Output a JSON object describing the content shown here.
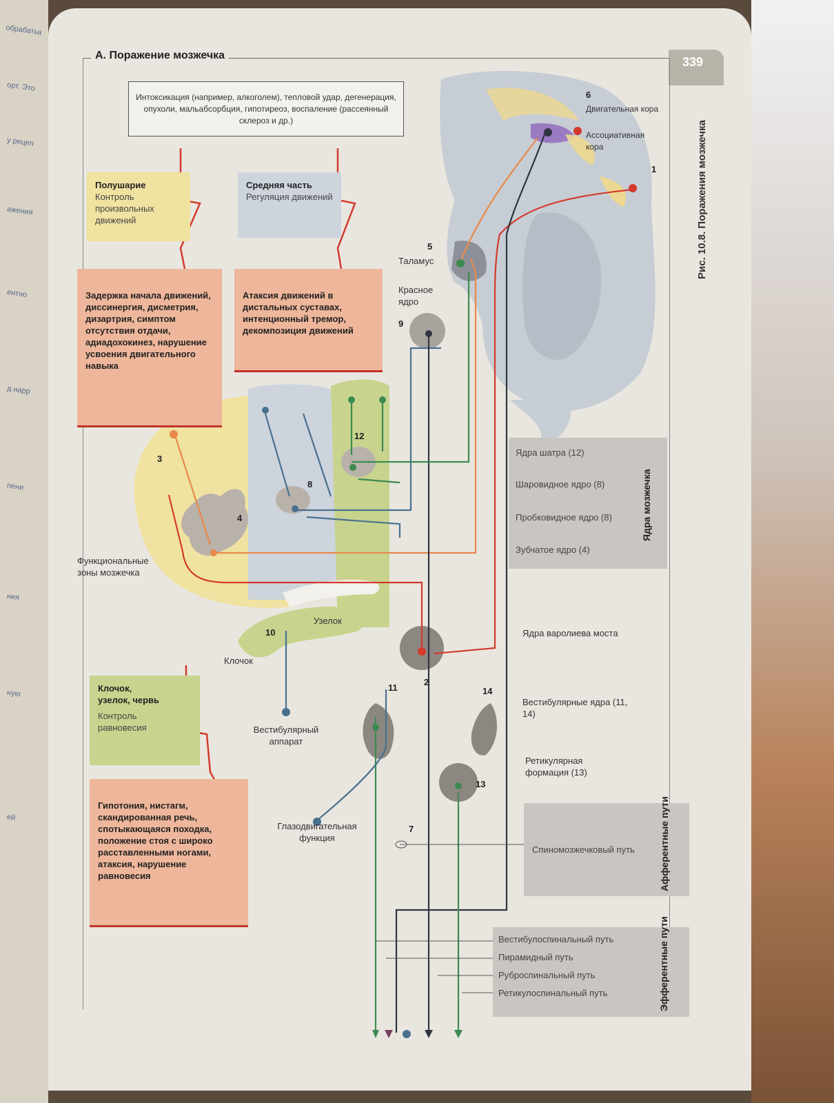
{
  "page": {
    "section_title": "А. Поражение мозжечка",
    "page_number": "339",
    "figure_caption": "Рис. 10.8. Поражения мозжечка"
  },
  "causes_text": "Интоксикация (например, алкоголем), тепловой удар, дегенерация, опухоли, мальабсорбция, гипотиреоз, воспаление (рассеянный склероз и др.)",
  "zones": {
    "hemisphere": {
      "title": "Полушарие",
      "subtitle": "Контроль произвольных движений"
    },
    "middle": {
      "title": "Средняя часть",
      "subtitle": "Регуляция движений"
    },
    "flocculonodular": {
      "title": "Клочок, узелок, червь",
      "subtitle": "Контроль равновесия"
    }
  },
  "symptoms": {
    "hemisphere": "Задержка начала движений, диссинергия, дисметрия, дизартрия, симптом отсутствия отдачи, адиадохокинез, нарушение усвоения двигательного навыка",
    "middle": "Атаксия движений в дистальных суставах, интенционный тремор, декомпозиция движений",
    "flocculonodular": "Гипотония, нистагм, скандированная речь, спотыкающаяся походка, положение стоя с широко расставленными ногами, атаксия, нарушение равновесия"
  },
  "labels": {
    "motor_cortex": "Двигательная кора",
    "assoc_cortex": "Ассоциативная кора",
    "thalamus": "Таламус",
    "red_nucleus": "Красное ядро",
    "functional_zones": "Функциональные зоны мозжечка",
    "nodulus": "Узелок",
    "flocculus": "Клочок",
    "vestibular_apparatus": "Вестибулярный аппарат",
    "oculomotor": "Глазодвигательная функция",
    "pontine_nuclei": "Ядра варолиева моста",
    "vestibular_nuclei": "Вестибулярные ядра (11, 14)",
    "reticular_formation": "Ретикулярная формация (13)"
  },
  "numbers": [
    "1",
    "2",
    "3",
    "4",
    "5",
    "6",
    "7",
    "8",
    "9",
    "10",
    "11",
    "12",
    "13",
    "14"
  ],
  "cerebellar_nuclei": {
    "heading": "Ядра мозжечка",
    "items": [
      "Ядра шатра (12)",
      "Шаровидное ядро (8)",
      "Пробковидное ядро (8)",
      "Зубчатое ядро (4)"
    ]
  },
  "afferent": {
    "heading": "Афферентные пути",
    "items": [
      "Спиномозжечковый путь"
    ]
  },
  "efferent": {
    "heading": "Эфферентные пути",
    "items": [
      "Вестибулоспинальный путь",
      "Пирамидный путь",
      "Руброспинальный путь",
      "Ретикулоспинальный путь"
    ]
  },
  "colors": {
    "red": "#d23a2c",
    "orange": "#e8894a",
    "blue": "#4a7090",
    "green": "#3c8a50",
    "dark": "#2f3440",
    "violet": "#7a5aa8"
  }
}
